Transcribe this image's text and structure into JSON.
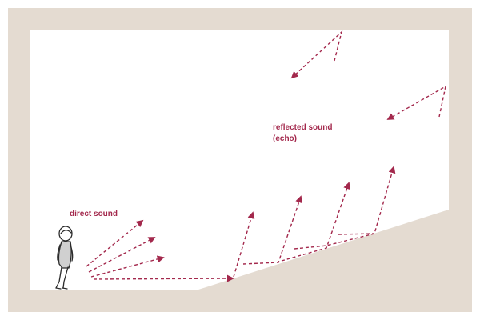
{
  "labels": {
    "direct": "direct sound",
    "reflected_line1": "reflected sound",
    "reflected_line2": "(echo)"
  },
  "colors": {
    "wall": "#e4dbd1",
    "room": "#ffffff",
    "arrow": "#a3284c",
    "figure_stroke": "#2b2b2b",
    "figure_fill": "#d0d0d0"
  }
}
